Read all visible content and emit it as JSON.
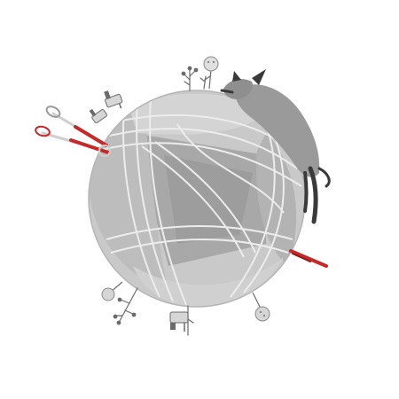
{
  "scene": {
    "subject": "yarn-ball-planet",
    "colors": {
      "background": "#ffffff",
      "yarn_light": "#d6d6d6",
      "yarn_mid": "#bcbcbc",
      "yarn_dark": "#a3a3a3",
      "strand": "#ececec",
      "cat": "#9a9a9a",
      "cat_dark": "#3a3a3a",
      "needle": "#c42a2a",
      "needle_dark": "#8a1a1a",
      "metal": "#d8d8d8",
      "ink": "#6b6b6b"
    },
    "items": [
      "yarn-ball",
      "cat",
      "knitting-needles",
      "embedded-needle",
      "sewing-machines",
      "buttons",
      "twigs"
    ]
  }
}
